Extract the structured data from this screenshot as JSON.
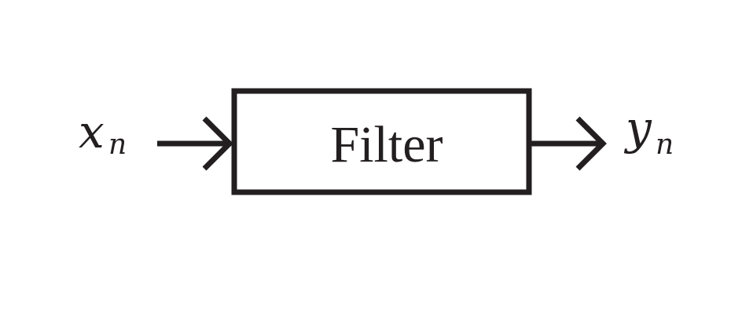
{
  "input": {
    "symbol": "x",
    "subscript": "n"
  },
  "block": {
    "label": "Filter"
  },
  "output": {
    "symbol": "y",
    "subscript": "n"
  },
  "colors": {
    "ink": "#231f20",
    "background": "#ffffff"
  }
}
